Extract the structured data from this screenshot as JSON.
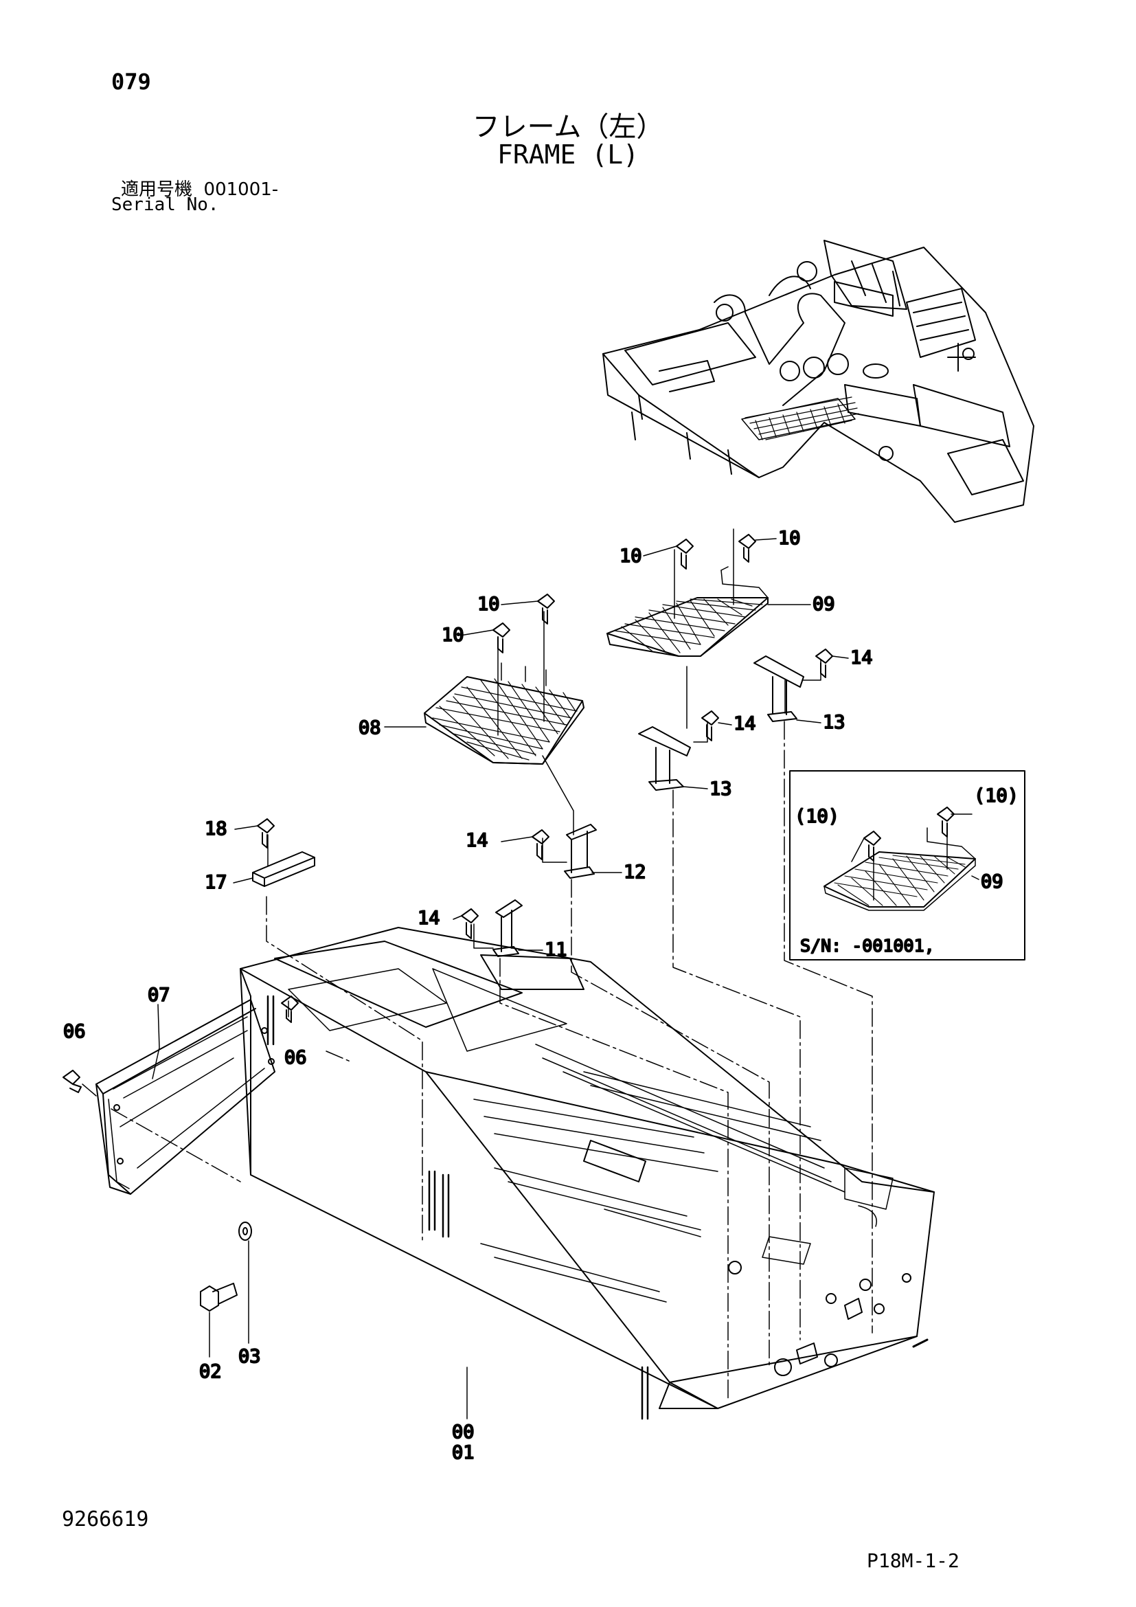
{
  "header": {
    "page_number": "079",
    "title_jp": "フレーム（左）",
    "title_en": "FRAME (L)",
    "serial_label_jp": "適用号機",
    "serial_value": "001001-",
    "serial_label_en": "Serial No."
  },
  "footer": {
    "drawing_number": "9266619",
    "page_code": "P18M-1-2"
  },
  "callouts": {
    "c00": "00",
    "c01": "01",
    "c02": "02",
    "c03": "03",
    "c06a": "06",
    "c06b": "06",
    "c07": "07",
    "c08": "08",
    "c09": "09",
    "c10a": "10",
    "c10b": "10",
    "c10c": "10",
    "c10d": "10",
    "c11": "11",
    "c12": "12",
    "c13a": "13",
    "c13b": "13",
    "c14a": "14",
    "c14b": "14",
    "c14c": "14",
    "c14d": "14",
    "c17": "17",
    "c18": "18"
  },
  "inset": {
    "label_10a": "(10)",
    "label_10b": "(10)",
    "label_09": "09",
    "serial_note": "S/N: -001001,"
  }
}
